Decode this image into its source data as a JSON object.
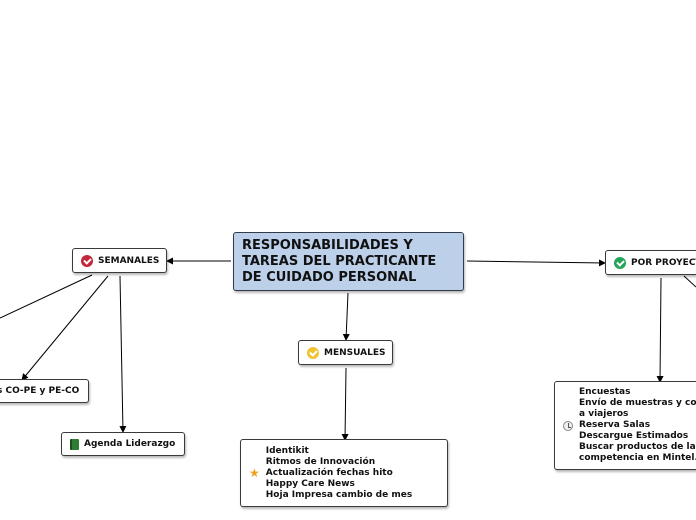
{
  "main_topic": {
    "line1": "RESPONSABILIDADES Y",
    "line2": "TAREAS DEL PRACTICANTE",
    "line3": "DE CUIDADO PERSONAL"
  },
  "semanales": {
    "label": "SEMANALES",
    "icon": "check-red-icon"
  },
  "mensuales": {
    "label": "MENSUALES",
    "icon": "check-yellow-icon"
  },
  "por_proyecto": {
    "label": "POR PROYECT",
    "icon": "check-green-icon"
  },
  "reportes": {
    "label": "s CO-PE y PE-CO"
  },
  "agenda": {
    "label": "Agenda Liderazgo",
    "icon": "book-icon"
  },
  "mensuales_items": {
    "icon": "star-icon",
    "items": [
      "Identikit",
      "Ritmos de Innovación",
      "Actualización fechas hito",
      "Happy Care News",
      "Hoja Impresa cambio de mes"
    ]
  },
  "proyecto_items": {
    "icon": "clock-icon",
    "items": [
      "Encuestas",
      "Envío de muestras y co",
      "a viajeros",
      "Reserva Salas",
      "Descargue Estimados",
      "Buscar productos de la",
      "competencia en Mintel."
    ]
  }
}
